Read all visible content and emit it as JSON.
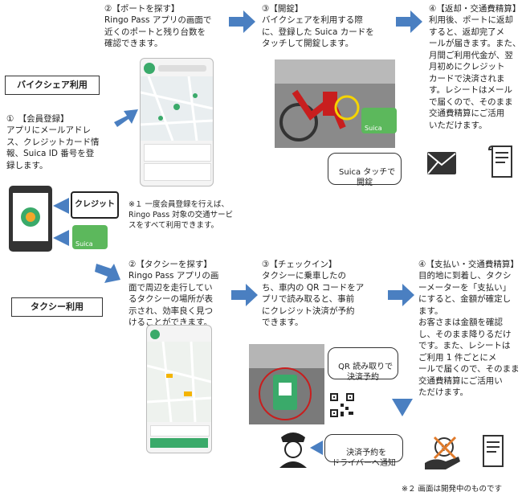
{
  "bike": {
    "tag": "バイクシェア利用",
    "step1": {
      "title": "①　【会員登録】",
      "body": "アプリにメールアドレ\nス、クレジットカード情\n報、Suica ID 番号を登\n録します。"
    },
    "step2": {
      "title": "②【ポートを探す】",
      "body": "Ringo Pass アプリの画面で\n近くのポートと残り台数を\n確認できます。"
    },
    "step3": {
      "title": "③【開錠】",
      "body": "バイクシェアを利用する際\nに、登録した Suica カードを\nタッチして開錠します。"
    },
    "step4": {
      "title": "④【返却・交通費精算】",
      "body": "利用後、ポートに返却\nすると、返却完了メ\nールが届きます。また、\n月間ご利用代金が、翌\n月初めにクレジット\nカードで決済されま\nす。レシートはメール\nで届くので、そのまま\n交通費精算にご活用\nいただけます。"
    },
    "bubble_touch": "Suica タッチで\n開錠",
    "card_label": "Suica"
  },
  "register": {
    "credit_label": "クレジット",
    "note": "※１ 一度会員登録を行えば、\nRingo Pass 対象の交通サービ\nスをすべて利用できます。"
  },
  "taxi": {
    "tag": "タクシー利用",
    "step2": {
      "title": "②【タクシーを探す】",
      "body": "Ringo Pass アプリの画\n面で周辺を走行してい\nるタクシーの場所が表\n示され、効率良く見つ\nけることができます。"
    },
    "step3": {
      "title": "③【チェックイン】",
      "body": "タクシーに乗車したの\nち、車内の QR コードをア\nプリで読み取ると、事前\nにクレジット決済が予約\nできます。"
    },
    "step4": {
      "title": "④【支払い・交通費精算】",
      "body": "目的地に到着し、タクシ\nーメーターを「支払い」\nにすると、金額が確定し\nます。\nお客さまは金額を確認\nし、そのまま降りるだけ\nです。また、レシートは\nご利用 1 件ごとにメ\nールで届くので、そのまま\n交通費精算にご活用い\nただけます。"
    },
    "bubble_qr": "QR 読み取りで\n決済予約",
    "bubble_driver": "決済予約を\nドライバーへ通知"
  },
  "footnote": "※２ 画面は開発中のものです",
  "colors": {
    "arrow": "#4a7fc1",
    "suica_green": "#5cb85c",
    "app_green": "#3aaa6a"
  },
  "icons": [
    "mail-icon",
    "receipt-icon",
    "smartphone-icon",
    "credit-card-icon",
    "suica-card-icon",
    "driver-icon",
    "qr-code-icon",
    "yen-hand-icon"
  ]
}
